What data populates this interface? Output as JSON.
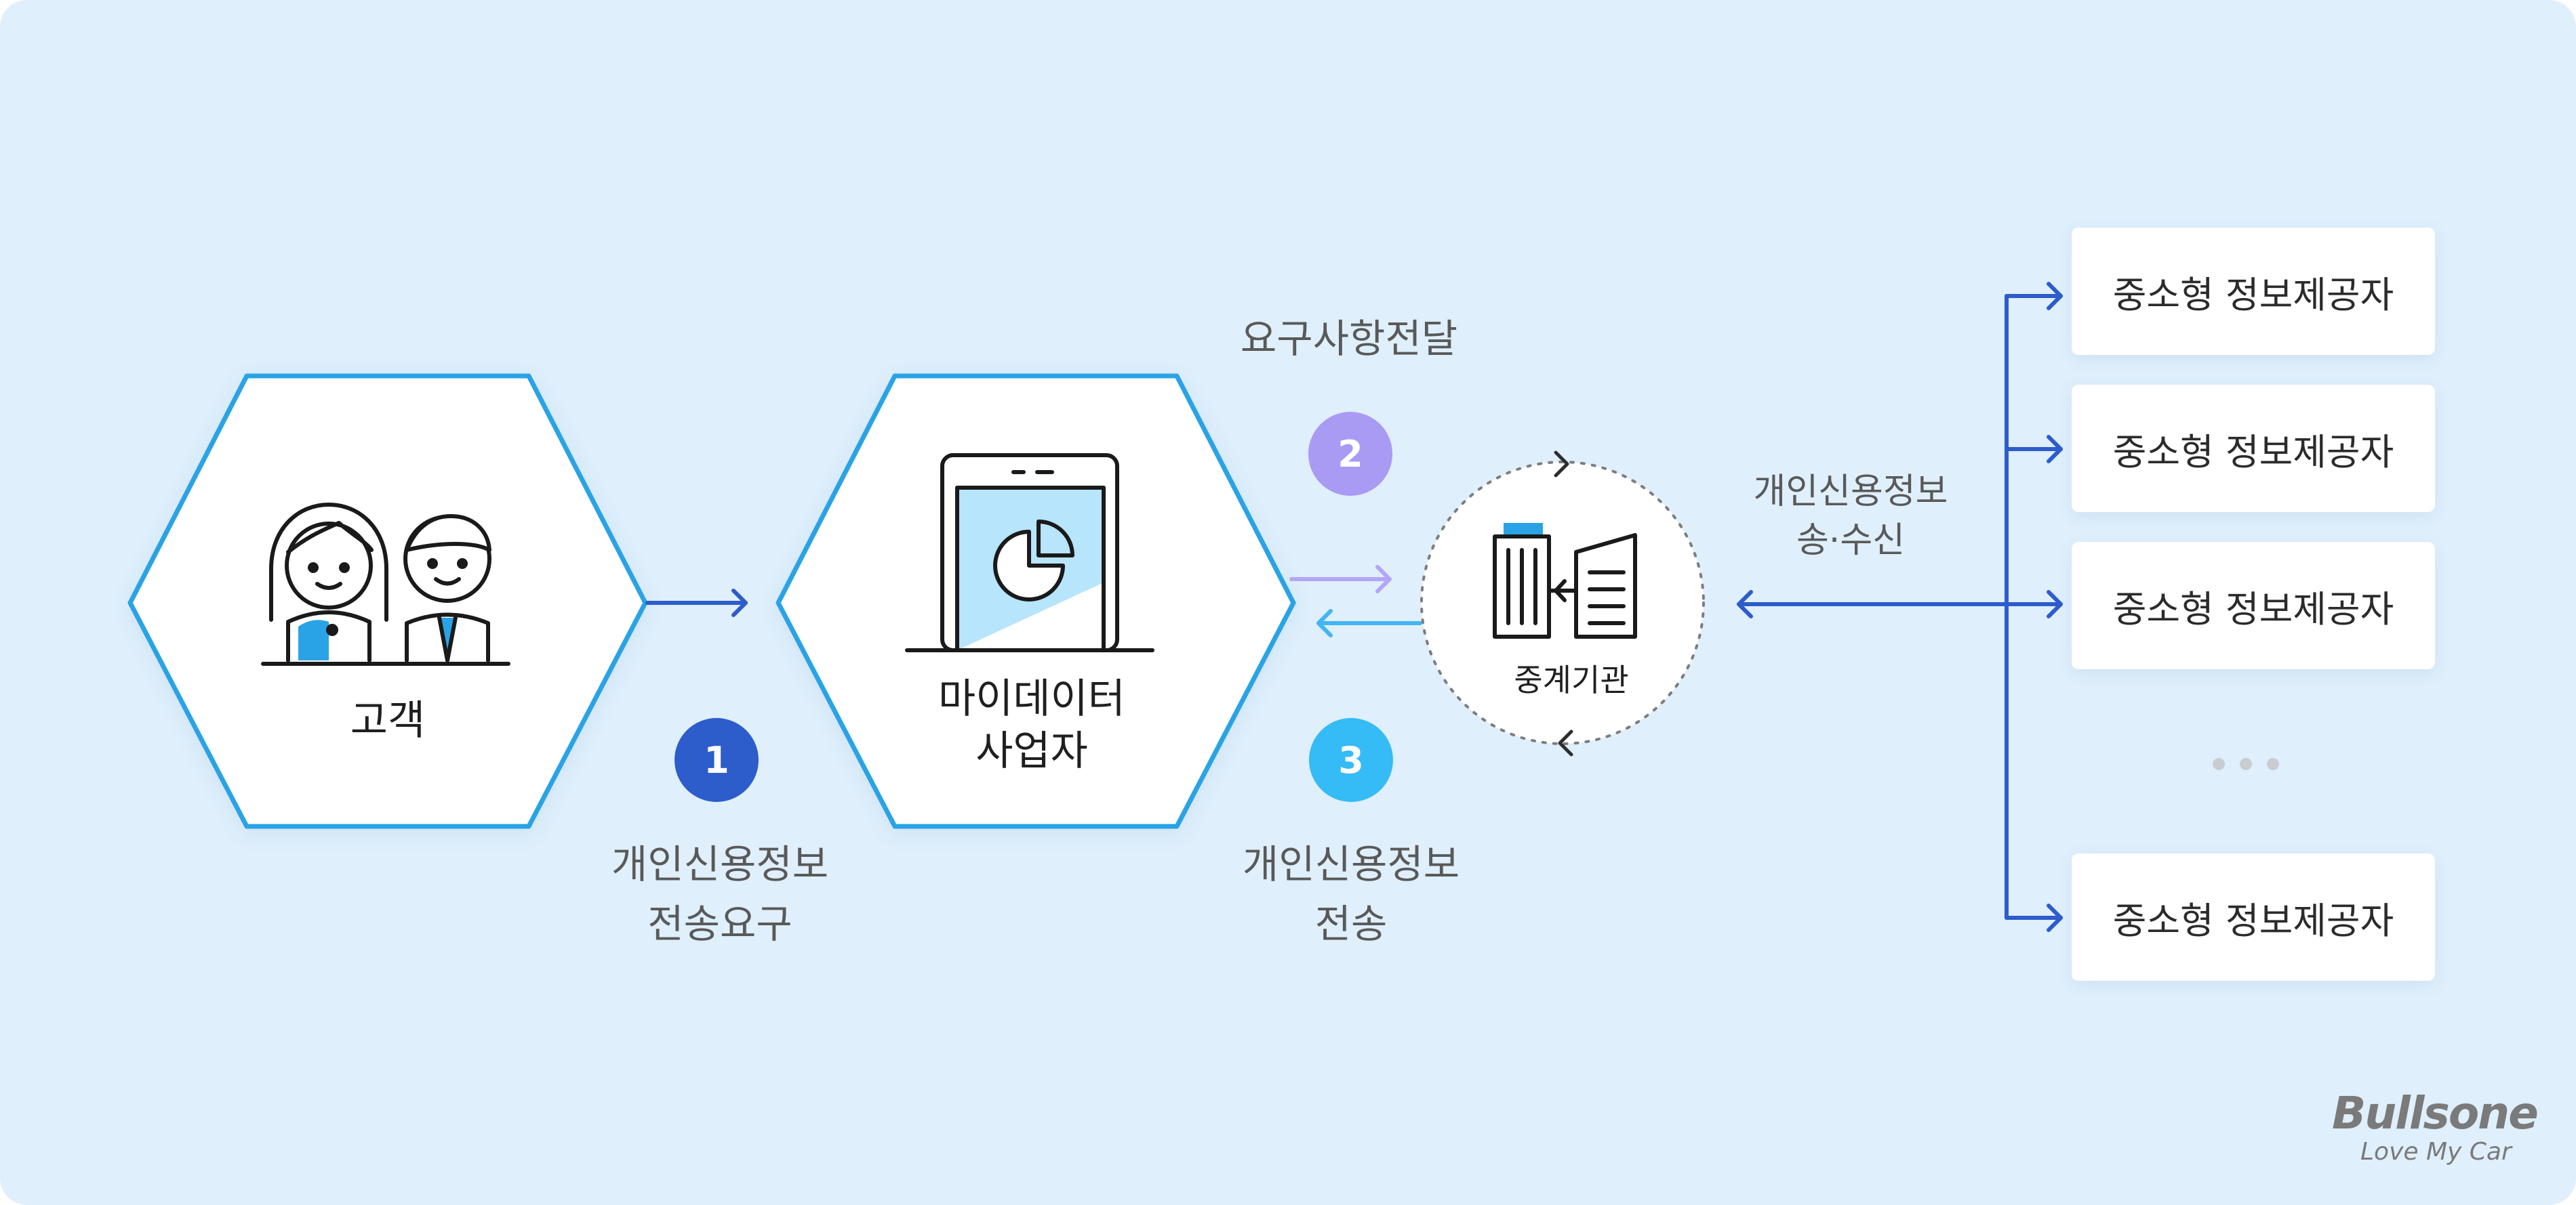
{
  "nodes": {
    "customer_label": "고객",
    "mydata_label_line1": "마이데이터",
    "mydata_label_line2": "사업자",
    "relay_label": "중계기관"
  },
  "steps": [
    {
      "number": "1",
      "label_line1": "개인신용정보",
      "label_line2": "전송요구",
      "color": "#2d5ccb"
    },
    {
      "number": "2",
      "label_line1": "요구사항전달",
      "label_line2": "",
      "color": "#a99af4"
    },
    {
      "number": "3",
      "label_line1": "개인신용정보",
      "label_line2": "전송",
      "color": "#35bbf5"
    }
  ],
  "exchange": {
    "label_line1": "개인신용정보",
    "label_line2": "송·수신"
  },
  "providers": [
    "중소형 정보제공자",
    "중소형 정보제공자",
    "중소형 정보제공자",
    "중소형 정보제공자"
  ],
  "providers_ellipsis": "• • •",
  "brand": {
    "name": "Bullsone",
    "tagline": "Love My Car"
  },
  "colors": {
    "background": "#dfeffc",
    "hex_border": "#2aa3e6",
    "arrow_blue": "#2d5ccb",
    "arrow_purple": "#b3a6f7",
    "arrow_light": "#42b6f2",
    "badge_1": "#2d5ccb",
    "badge_2": "#a99af4",
    "badge_3": "#35bbf5",
    "screen_fill": "#b7e5fb",
    "icon_stroke": "#1a1a1a"
  }
}
